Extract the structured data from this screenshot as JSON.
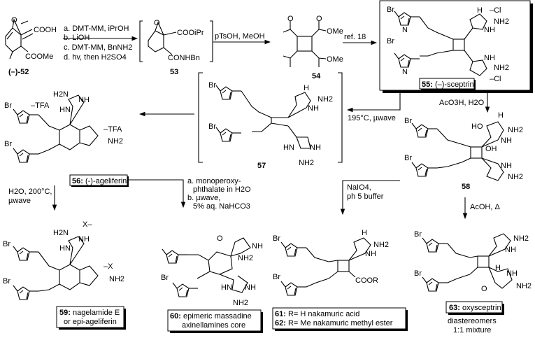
{
  "compounds": {
    "c52": {
      "label": "(–)-52",
      "groups": [
        "COOH",
        "COOMe",
        "O"
      ]
    },
    "c53": {
      "label": "53",
      "groups": [
        "COOiPr",
        "CONHBn",
        "O"
      ]
    },
    "c54": {
      "label": "54",
      "groups": [
        "OMe",
        "OMe",
        "O",
        "O"
      ]
    },
    "c55": {
      "label_num": "55:",
      "label_name": "(–)-sceptrin",
      "counterions": [
        "–Cl",
        "–Cl"
      ]
    },
    "c56": {
      "label_num": "56:",
      "label_name": "(-)-ageliferin",
      "counterions": [
        "–TFA",
        "–TFA"
      ]
    },
    "c57": {
      "label": "57"
    },
    "c58": {
      "label": "58"
    },
    "c59": {
      "label_num": "59:",
      "label_line1": "nagelamide E",
      "label_line2": "or epi-ageliferin",
      "counterions": [
        "X–",
        "–X"
      ]
    },
    "c60": {
      "label_num": "60:",
      "label_line1": "epimeric massadine",
      "label_line2": "axinellamines core"
    },
    "c61": {
      "label_num": "61:",
      "label_text": "R= H nakamuric acid"
    },
    "c62": {
      "label_num": "62:",
      "label_text": "R= Me nakamuric methyl ester"
    },
    "c63": {
      "label_num": "63:",
      "label_name": "oxysceptrin",
      "note1": "diastereomers",
      "note2": "1:1 mixture"
    }
  },
  "atoms": {
    "Br": "Br",
    "N": "N",
    "H": "H",
    "NH": "NH",
    "HN": "HN",
    "NH2": "NH2",
    "H2N": "H2N",
    "O": "O",
    "HO": "HO",
    "OH": "OH",
    "COOR": "COOR"
  },
  "reactions": {
    "r1": {
      "lines": [
        "a. DMT-MM, iPrOH",
        "b. LiOH",
        "c. DMT-MM, BnNH2",
        "d. hv, then H2SO4"
      ]
    },
    "r2": {
      "lines": [
        "pTsOH, MeOH"
      ]
    },
    "r3": {
      "lines": [
        "ref. 18"
      ]
    },
    "r4": {
      "lines": [
        "AcO3H, H2O"
      ]
    },
    "r5": {
      "lines": [
        "195°C, µwave"
      ]
    },
    "r6": {
      "lines": [
        "H2O, 200°C,",
        "µwave"
      ]
    },
    "r7": {
      "lines": [
        "a. monoperoxy-",
        "phthalate in H2O",
        "b. µwave,",
        "5% aq. NaHCO3"
      ]
    },
    "r8": {
      "lines": [
        "NaIO4,",
        "ph 5 buffer"
      ]
    },
    "r9": {
      "lines": [
        "AcOH, Δ"
      ]
    }
  }
}
